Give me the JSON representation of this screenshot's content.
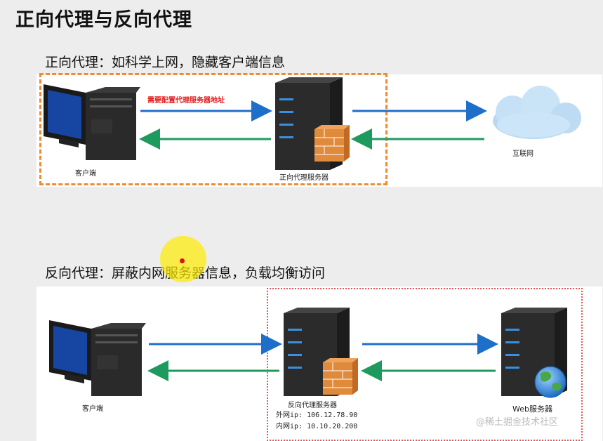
{
  "title": "正向代理与反向代理",
  "forward": {
    "heading": "正向代理：如科学上网，隐藏客户端信息",
    "note": "需要配置代理服务器地址",
    "client_label": "客户端",
    "server_label": "正向代理服务器",
    "internet_label": "互联网"
  },
  "reverse": {
    "heading": "反向代理：屏蔽内网服务器信息，负载均衡访问",
    "client_label": "客户端",
    "proxy_label": "反向代理服务器",
    "external_ip": "外网ip: 106.12.78.90",
    "internal_ip": "内网ip: 10.10.20.200",
    "web_label": "Web服务器"
  },
  "watermark": "@稀土掘金技术社区",
  "colors": {
    "request_arrow": "#1e6fc9",
    "response_arrow": "#1f9a5e",
    "forward_box": "#f28a2e",
    "reverse_box": "#e0565b"
  },
  "icons": [
    "desktop-computer-icon",
    "server-icon",
    "firewall-icon",
    "cloud-icon",
    "globe-icon"
  ]
}
